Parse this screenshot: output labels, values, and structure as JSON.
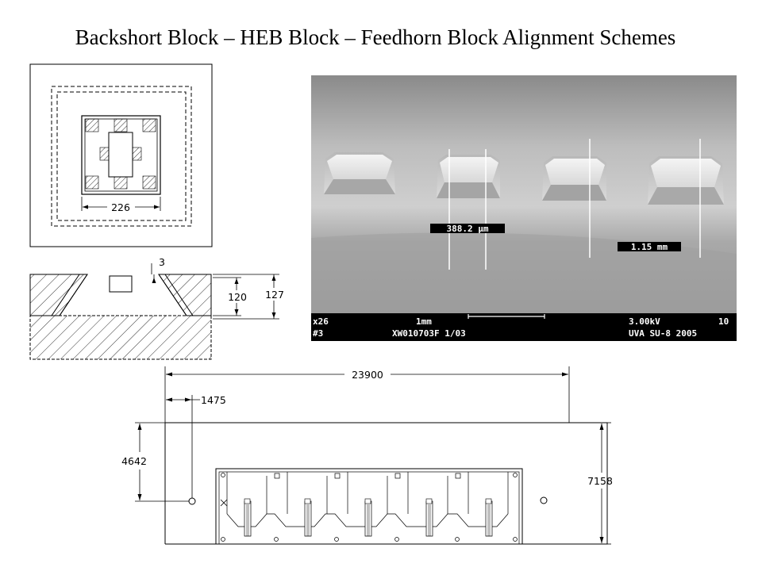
{
  "title": "Backshort Block – HEB Block – Feedhorn Block Alignment Schemes",
  "top_view": {
    "dim_width": "226"
  },
  "cross_section": {
    "dim_gap": "3",
    "dim_inner_height": "120",
    "dim_outer_height": "127"
  },
  "sem_image": {
    "measure_pillar": "388.2 µm",
    "measure_pitch": "1.15 mm",
    "info_bar": {
      "mag": "x26",
      "num": "#3",
      "scale": "1mm",
      "file": "XW010703F 1/03",
      "voltage": "3.00kV",
      "partial": "10",
      "lab": "UVA SU-8 2005"
    }
  },
  "block_drawing": {
    "dim_width": "23900",
    "dim_pin_offset": "1475",
    "dim_pin_height": "4642",
    "dim_height": "7158"
  }
}
